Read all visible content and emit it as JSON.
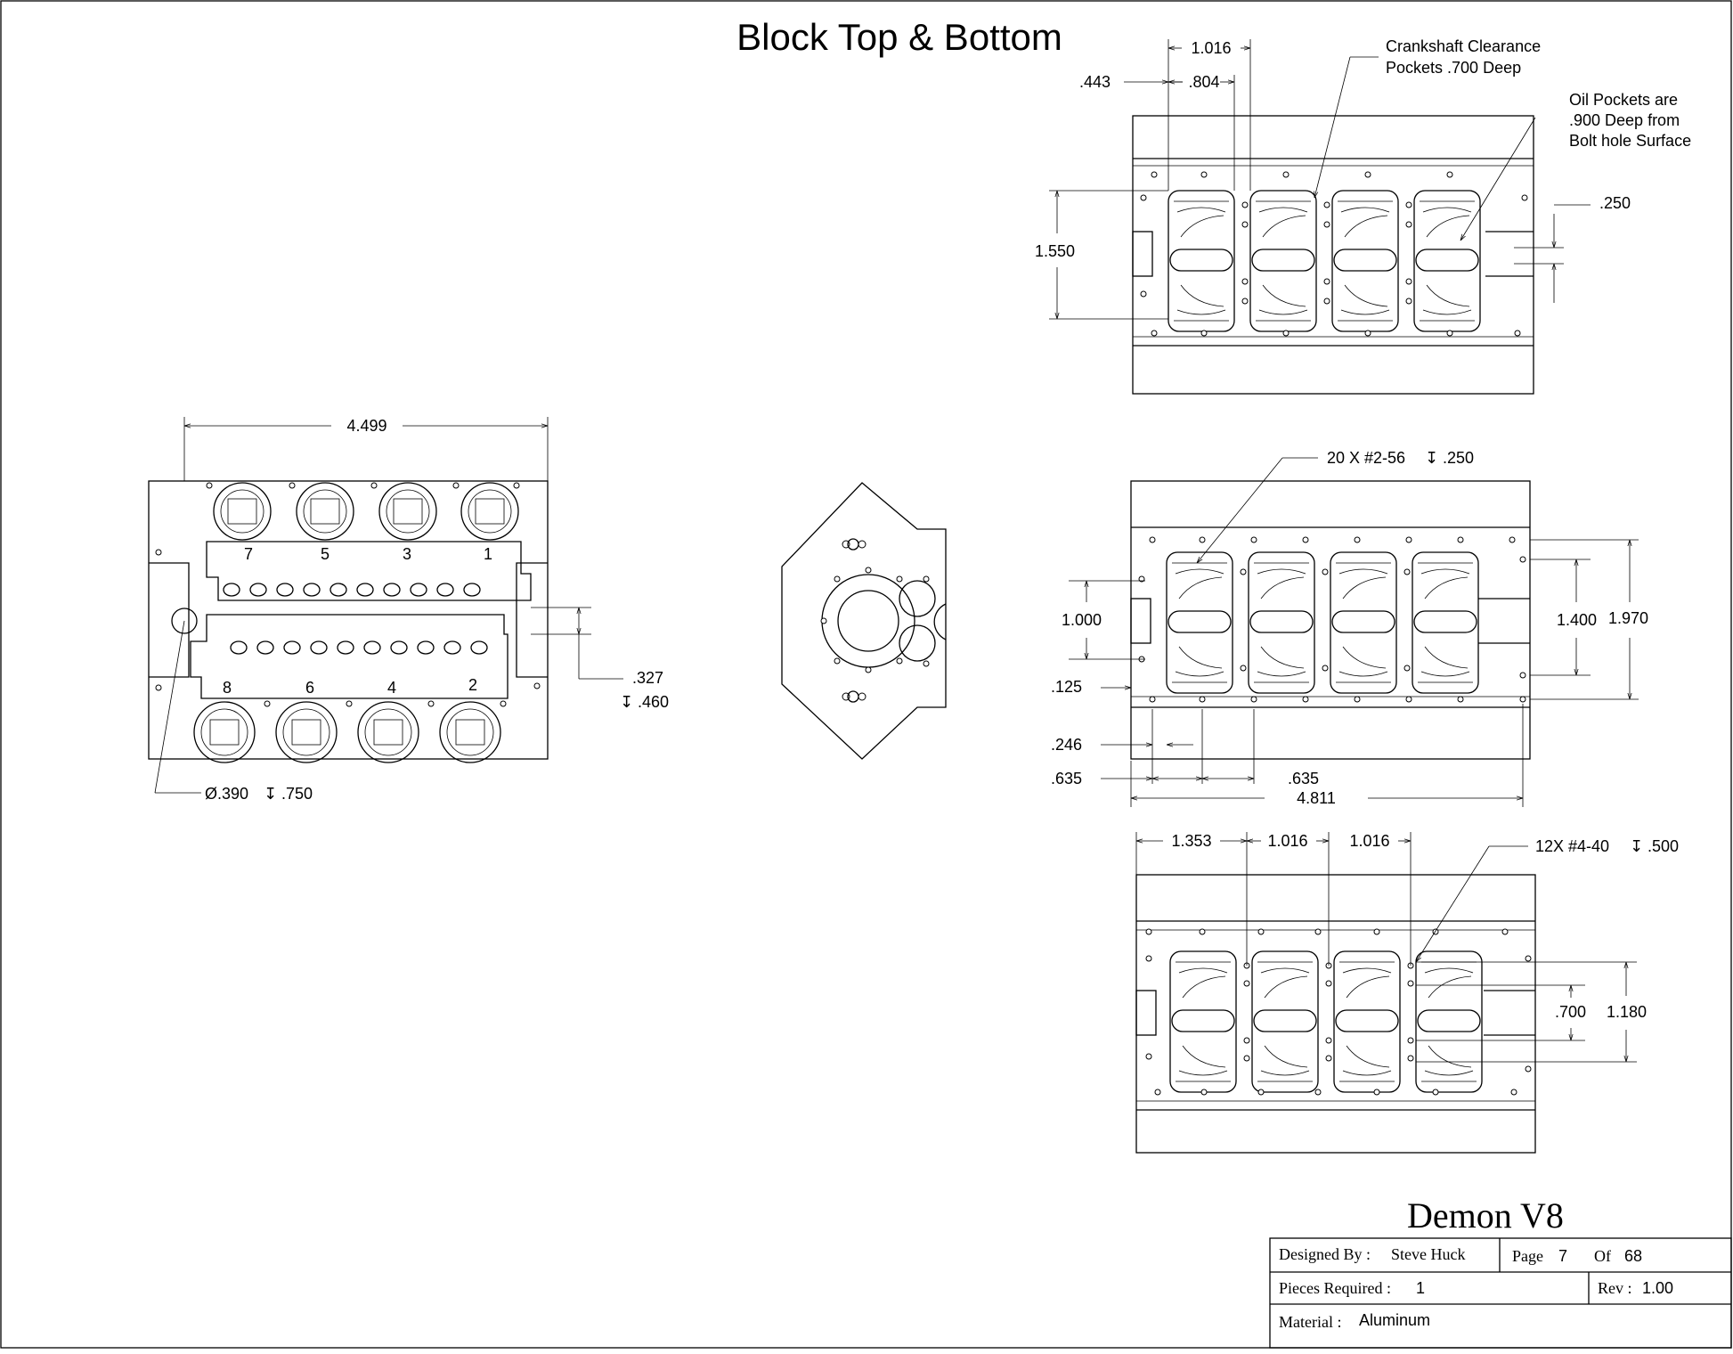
{
  "title": "Block Top & Bottom",
  "dims": {
    "overall_width": "4.499",
    "bore_callout": ".390",
    "bore_depth": ".750",
    "deck_offset": ".327",
    "deck_depth": ".460",
    "top_pitch": "1.016",
    "top_start": ".443",
    "top_pocket": ".804",
    "top_height": "1.550",
    "top_slot": ".250",
    "mid_inner": "1.000",
    "mid_edge": ".125",
    "mid_face": ".246",
    "mid_spacing_a": ".635",
    "mid_spacing_b": ".635",
    "mid_length": "4.811",
    "mid_span_a": "1.400",
    "mid_span_b": "1.970",
    "bot_start": "1.353",
    "bot_pitch_a": "1.016",
    "bot_pitch_b": "1.016",
    "bot_inner": ".700",
    "bot_outer": "1.180"
  },
  "cylinders": {
    "top_row": [
      "7",
      "5",
      "3",
      "1"
    ],
    "bottom_row": [
      "8",
      "6",
      "4",
      "2"
    ]
  },
  "notes": {
    "crank_l1": "Crankshaft Clearance",
    "crank_l2": "Pockets .700 Deep",
    "oil_l1": "Oil Pockets are",
    "oil_l2": ".900 Deep from",
    "oil_l3": "Bolt hole Surface",
    "holes_256": "20 X #2-56",
    "holes_256_depth": ".250",
    "holes_440": "12X  #4-40",
    "holes_440_depth": ".500"
  },
  "title_block": {
    "project": "Demon V8",
    "designed_by_label": "Designed By :",
    "designed_by": "Steve Huck",
    "page_label": "Page",
    "page": "7",
    "of_label": "Of",
    "total_pages": "68",
    "pieces_label": "Pieces Required :",
    "pieces": "1",
    "rev_label": "Rev :",
    "rev": "1.00",
    "material_label": "Material :",
    "material": "Aluminum"
  }
}
